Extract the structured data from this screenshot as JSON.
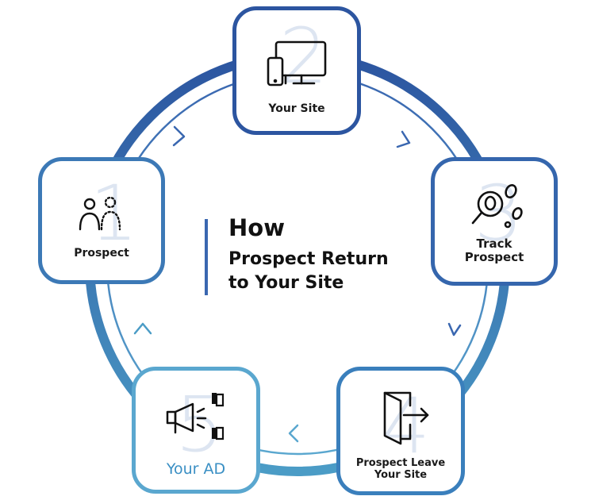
{
  "title": {
    "line1": "How",
    "line2": "Prospect Return",
    "line3": "to Your Site"
  },
  "steps": [
    {
      "number": "1",
      "label_lines": [
        "Prospect"
      ],
      "icon": "people-icon"
    },
    {
      "number": "2",
      "label_lines": [
        "Your Site"
      ],
      "icon": "devices-icon"
    },
    {
      "number": "3",
      "label_lines": [
        "Track",
        "Prospect"
      ],
      "icon": "magnifier-footprints-icon"
    },
    {
      "number": "4",
      "label_lines": [
        "Prospect Leave",
        "Your Site"
      ],
      "icon": "exit-door-icon"
    },
    {
      "number": "5",
      "label_lines": [
        "Your AD"
      ],
      "icon": "megaphone-icon"
    }
  ],
  "colors": {
    "primary": "#2f5ea6",
    "ring_top": "#2c55a0",
    "ring_bottom": "#4b9cc6",
    "accent_light": "#5aa7cf",
    "number": "#dde5f1",
    "text": "#1a1a1a"
  }
}
